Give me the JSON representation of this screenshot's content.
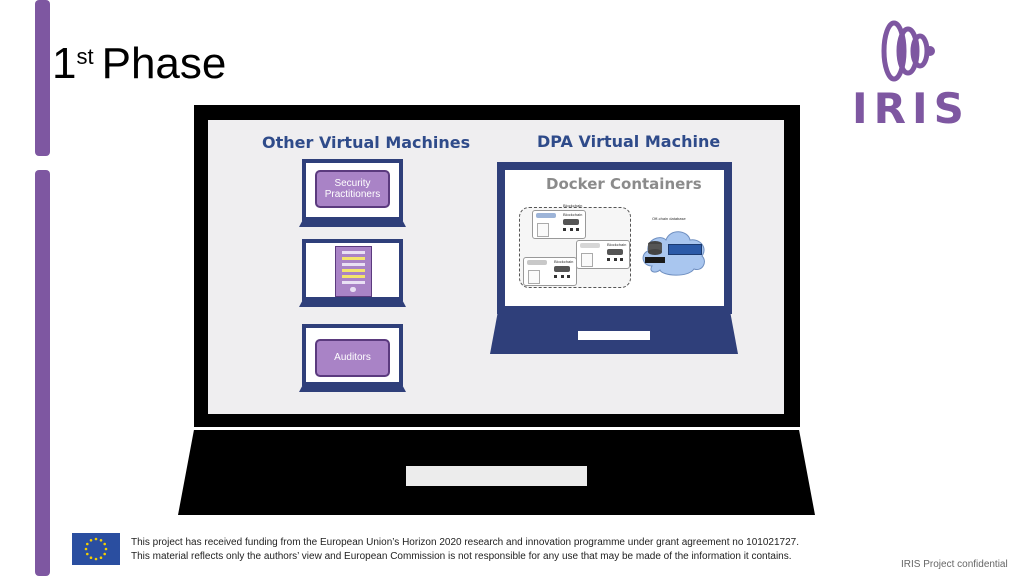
{
  "slide": {
    "title_main": "1",
    "title_sup": "st",
    "title_rest": "Phase"
  },
  "logo": {
    "text": "IRIS"
  },
  "diagram": {
    "other_vm_title": "Other Virtual Machines",
    "dpa_vm_title": "DPA Virtual Machine",
    "docker_title": "Docker Containers",
    "roles": {
      "security": "Security Practitioners",
      "auditors": "Auditors"
    },
    "blockchain_label": "Blockchain",
    "offchain_label": "Off-chain database",
    "node_label": "Blockchain"
  },
  "footer": {
    "line1": "This project has received funding from the European Union’s Horizon 2020 research and innovation programme under grant agreement no 101021727.",
    "line2": "This material reflects only the authors’ view and European Commission is not responsible for any use that may be made of the information it contains.",
    "confidential": "IRIS Project confidential"
  },
  "colors": {
    "accent": "#7e57a1",
    "section_title": "#2f4b8a",
    "laptop_frame": "#2f3f7a"
  },
  "icons": [
    "eu-flag-icon",
    "iris-logo-icon",
    "database-icon",
    "cloud-icon"
  ]
}
